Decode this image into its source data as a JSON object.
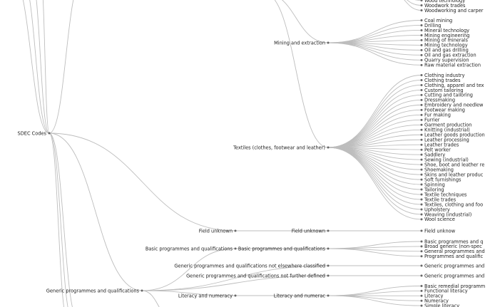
{
  "tree": {
    "root": {
      "label": "SDEC Codes"
    },
    "branches": [
      {
        "label": "Mining and extraction",
        "children": [
          "Coal mining",
          "Drilling",
          "Mineral technology",
          "Mining engineering",
          "Mining of minerals",
          "Mining technology",
          "Oil and gas drilling",
          "Oil and gas extraction",
          "Quarry supervision",
          "Raw material extraction"
        ]
      },
      {
        "label": "Textiles (clothes, footwear and leather)",
        "children": [
          "Clothing industry",
          "Clothing trades",
          "Clothing, apparel and tex",
          "Custom tailoring",
          "Cutting and tailoring",
          "Dressmaking",
          "Embroidery and needlew",
          "Footwear making",
          "Fur making",
          "Furrier",
          "Garment production",
          "Knitting (industrial)",
          "Leather goods production",
          "Leather processing",
          "Leather trades",
          "Pelt worker",
          "Saddlery",
          "Sewing (industrial)",
          "Shoe, boot and leather re",
          "Shoemaking",
          "Skins and leather produc",
          "Soft furnishings",
          "Spinning",
          "Tailoring",
          "Textile techniques",
          "Textile trades",
          "Textiles, clothing and foo",
          "Upholstery",
          "Weaving (industrial)",
          "Wool science"
        ]
      }
    ],
    "top_partial_children": [
      "Wood technology",
      "Woodwork trades",
      "Woodworking and carper"
    ],
    "field_unknown": {
      "label": "Field unknown",
      "child": "Field unknown",
      "grandchild": "Field unknow"
    },
    "generic": {
      "label": "Generic programmes and qualifications",
      "children": [
        {
          "label": "Basic programmes and qualifications",
          "mid": "Basic programmes and qualifications",
          "leaves": [
            "Basic programmes and q",
            "Broad generic (non-spec",
            "General programmes and",
            "Programmes and qualific"
          ]
        },
        {
          "label": "Generic programmes and qualifications not elsewhere classified",
          "leaves": [
            "Generic programmes and"
          ]
        },
        {
          "label": "Generic programmes and qualifications not further defined",
          "leaves": [
            "Generic programmes and"
          ]
        },
        {
          "label": "Literacy and numeracy",
          "mid": "Literacy and numerac",
          "leaves": [
            "Basic remedial programm",
            "Functional literacy",
            "Literacy",
            "Numeracy",
            "Simple literacy"
          ]
        }
      ]
    }
  }
}
